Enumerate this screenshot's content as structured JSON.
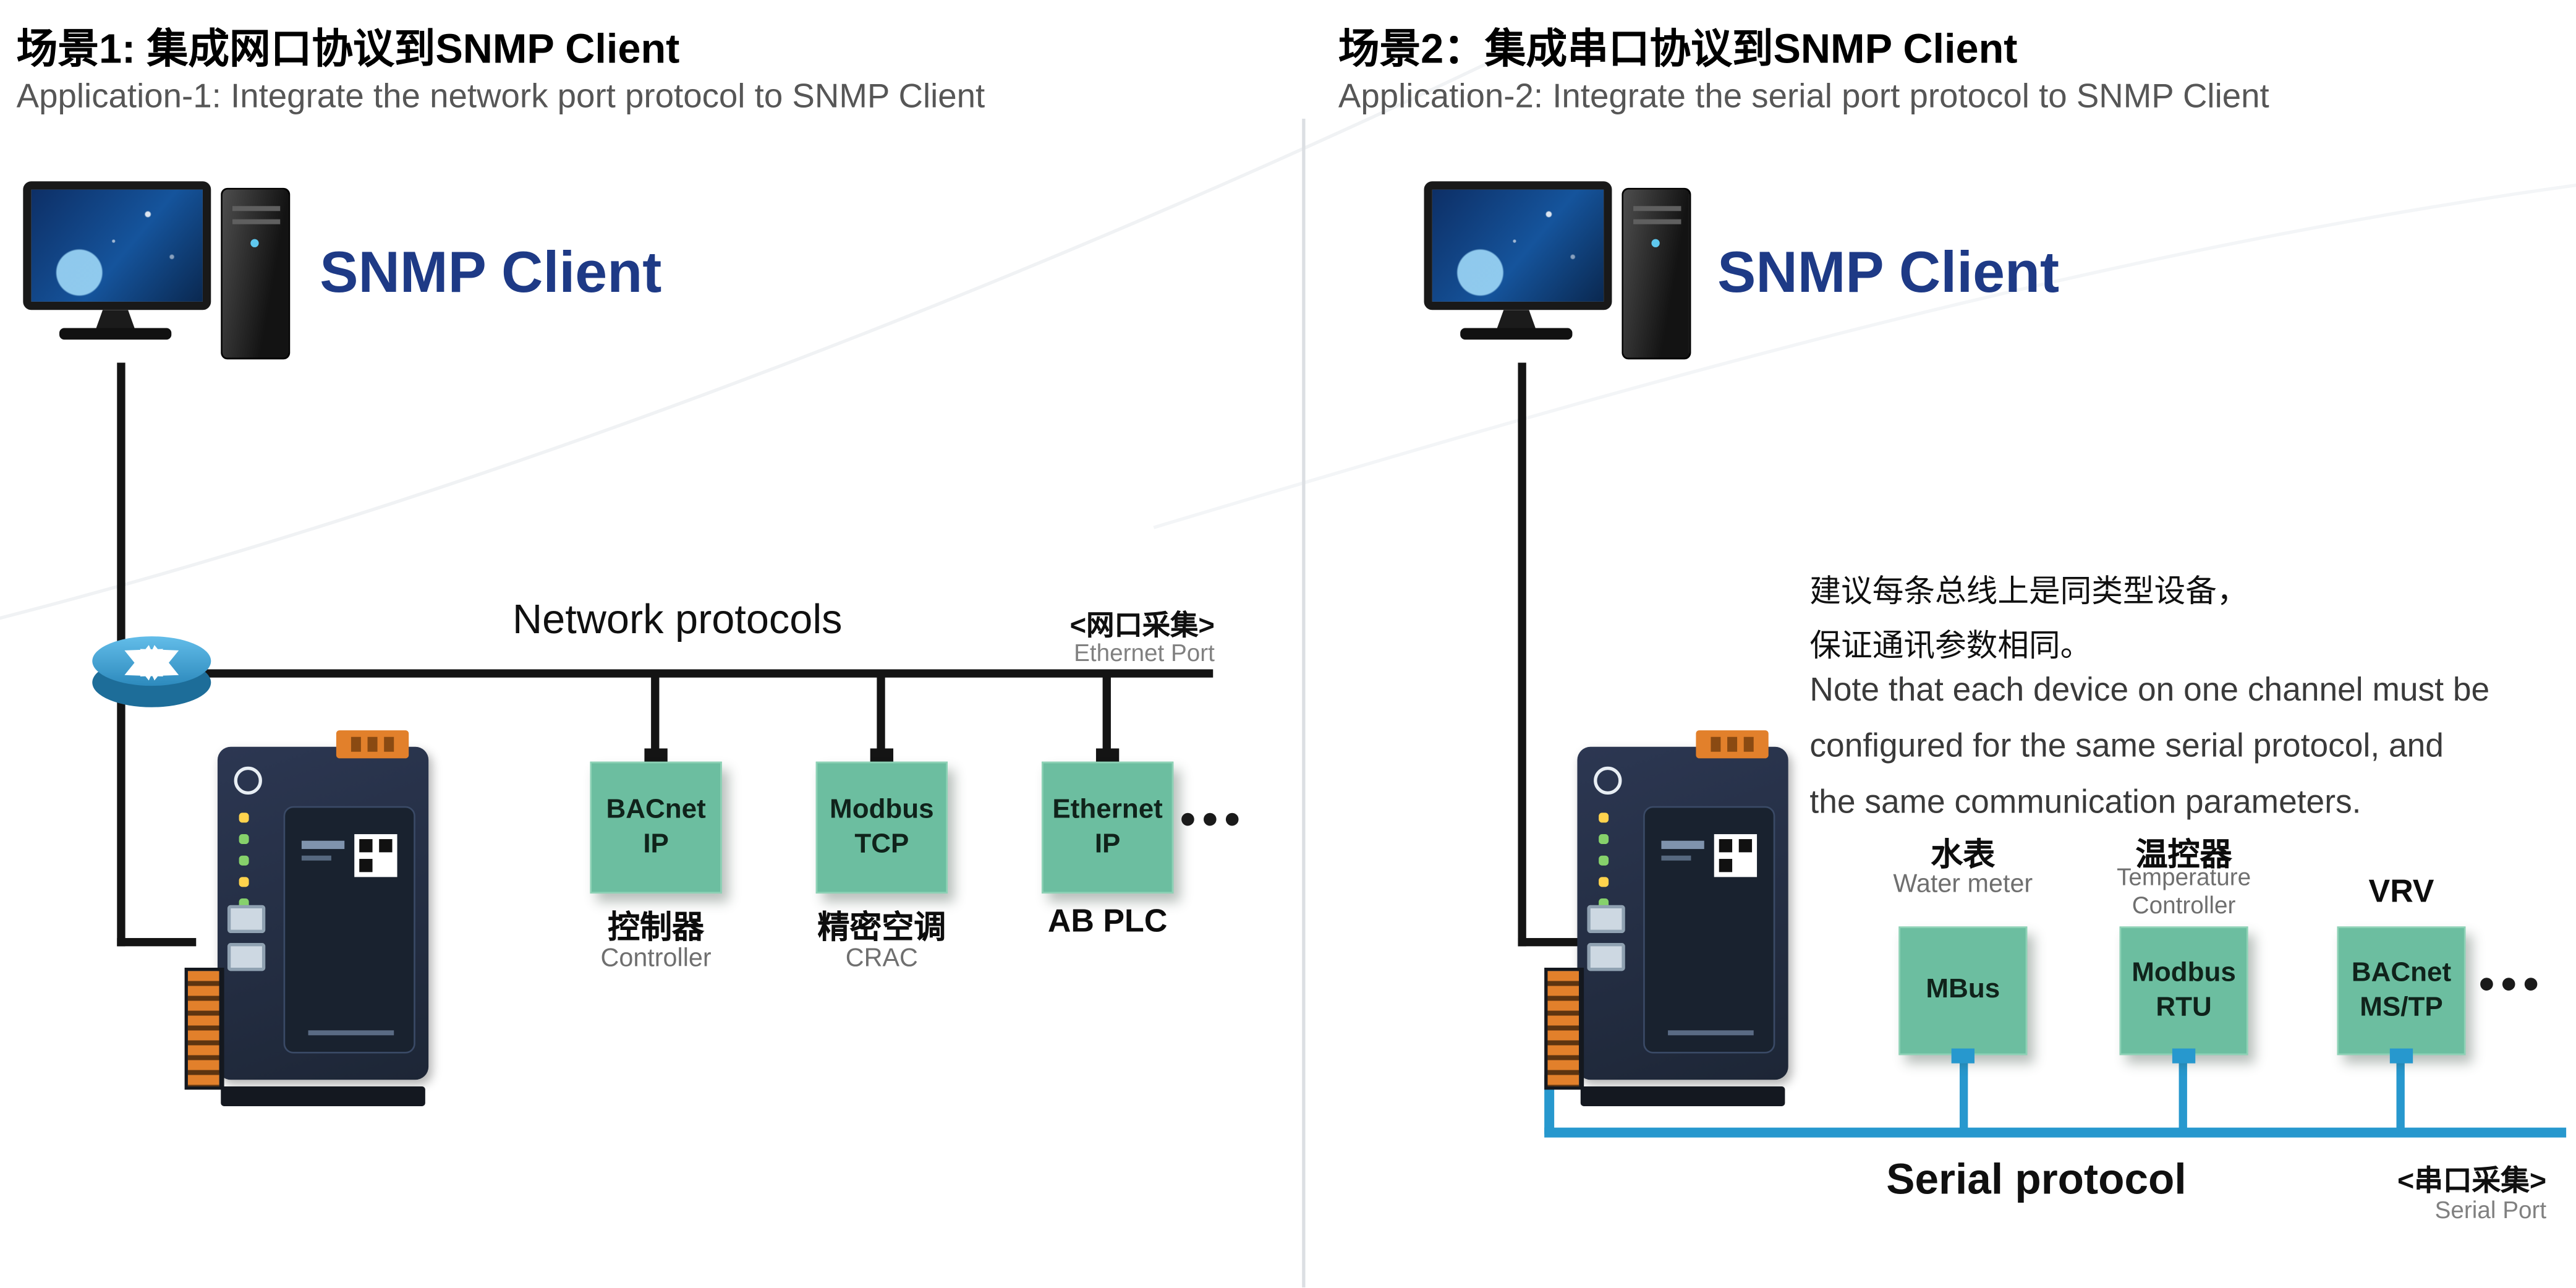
{
  "colors": {
    "green_box": "#6CBEA0",
    "blue_line": "#2798CE",
    "navy_text": "#1E3A86"
  },
  "left": {
    "title": "场景1: 集成网口协议到SNMP Client",
    "subtitle": "Application-1: Integrate the network port protocol to SNMP Client",
    "client": "SNMP Client",
    "bus_title": "Network protocols",
    "bus_tag_cn": "<网口采集>",
    "bus_tag_en": "Ethernet Port",
    "dots": "•••",
    "devices": [
      {
        "box1": "BACnet",
        "box2": "IP",
        "name_cn": "控制器",
        "name_en": "Controller"
      },
      {
        "box1": "Modbus",
        "box2": "TCP",
        "name_cn": "精密空调",
        "name_en": "CRAC"
      },
      {
        "box1": "Ethernet",
        "box2": "IP",
        "name_cn": "AB PLC",
        "name_en": ""
      }
    ]
  },
  "right": {
    "title": "场景2：集成串口协议到SNMP Client",
    "subtitle": "Application-2: Integrate the serial port protocol to SNMP Client",
    "client": "SNMP Client",
    "note_cn1": "建议每条总线上是同类型设备，",
    "note_cn2": "保证通讯参数相同。",
    "note_en1": "Note that each device on one channel must be",
    "note_en2": "configured for the same serial protocol, and",
    "note_en3": "the same communication parameters.",
    "bus_title": "Serial protocol",
    "bus_tag_cn": "<串口采集>",
    "bus_tag_en": "Serial Port",
    "dots": "•••",
    "devices": [
      {
        "box1": "MBus",
        "box2": "",
        "name_cn": "水表",
        "name_en": "Water meter",
        "name_en2": ""
      },
      {
        "box1": "Modbus",
        "box2": "RTU",
        "name_cn": "温控器",
        "name_en": "Temperature",
        "name_en2": "Controller"
      },
      {
        "box1": "BACnet",
        "box2": "MS/TP",
        "name_cn": "VRV",
        "name_en": "",
        "name_en2": ""
      }
    ]
  }
}
